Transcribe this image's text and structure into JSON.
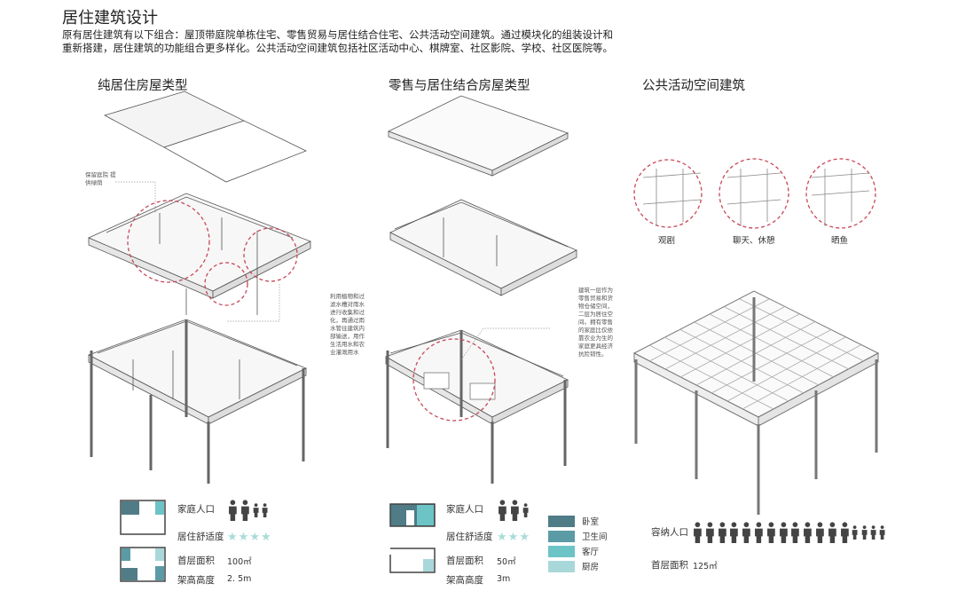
{
  "title": "居住建筑设计",
  "description": [
    "原有居住建筑有以下组合：屋顶带庭院单栋住宅、零售贸易与居住结合住宅、公共活动空间建筑。通过模块化的组装设计和",
    "重新搭建，居住建筑的功能组合更多样化。公共活动空间建筑包括社区活动中心、棋牌室、社区影院、学校、社区医院等。"
  ],
  "sections": {
    "residential": {
      "heading": "纯居住房屋类型",
      "note_courtyard": "保留庭院 提供绿荫",
      "note_rain": "利用植物和过滤水槽对雨水进行收集和过化，再通过雨水管往建筑内部输送，用作生活用水和农业灌溉用水",
      "stats": {
        "population_label": "家庭人口",
        "adults": 2,
        "children": 2,
        "comfort_label": "居住舒适度",
        "comfort_stars": 4,
        "area_label": "首层面积",
        "area_value": "100㎡",
        "height_label": "架高高度",
        "height_value": "2. 5m"
      }
    },
    "retail": {
      "heading": "零售与居住结合房屋类型",
      "note": "建筑一层作为零售贸易和货物仓储空间，二层为居住空间。拥有零售的家庭比仅依靠农业为生的家庭更具经济抗险韧性。",
      "stats": {
        "population_label": "家庭人口",
        "adults": 2,
        "children": 1,
        "comfort_label": "居住舒适度",
        "comfort_stars": 3,
        "area_label": "首层面积",
        "area_value": "50㎡",
        "height_label": "架高高度",
        "height_value": "3m"
      }
    },
    "public": {
      "heading": "公共活动空间建筑",
      "activities": [
        "观剧",
        "聊天、休憩",
        "晒鱼"
      ],
      "stats": {
        "capacity_label": "容纳人口",
        "adults": 13,
        "children": 4,
        "area_label": "首层面积",
        "area_value": "125㎡"
      }
    }
  },
  "legend": [
    {
      "label": "卧室",
      "color": "#4f7c86"
    },
    {
      "label": "卫生间",
      "color": "#5b9ba6"
    },
    {
      "label": "客厅",
      "color": "#6cc4c7"
    },
    {
      "label": "厨房",
      "color": "#a9d8da"
    }
  ],
  "colors": {
    "accent_circle": "#c8475a",
    "star": "#a9dcd8",
    "person": "#444444"
  }
}
